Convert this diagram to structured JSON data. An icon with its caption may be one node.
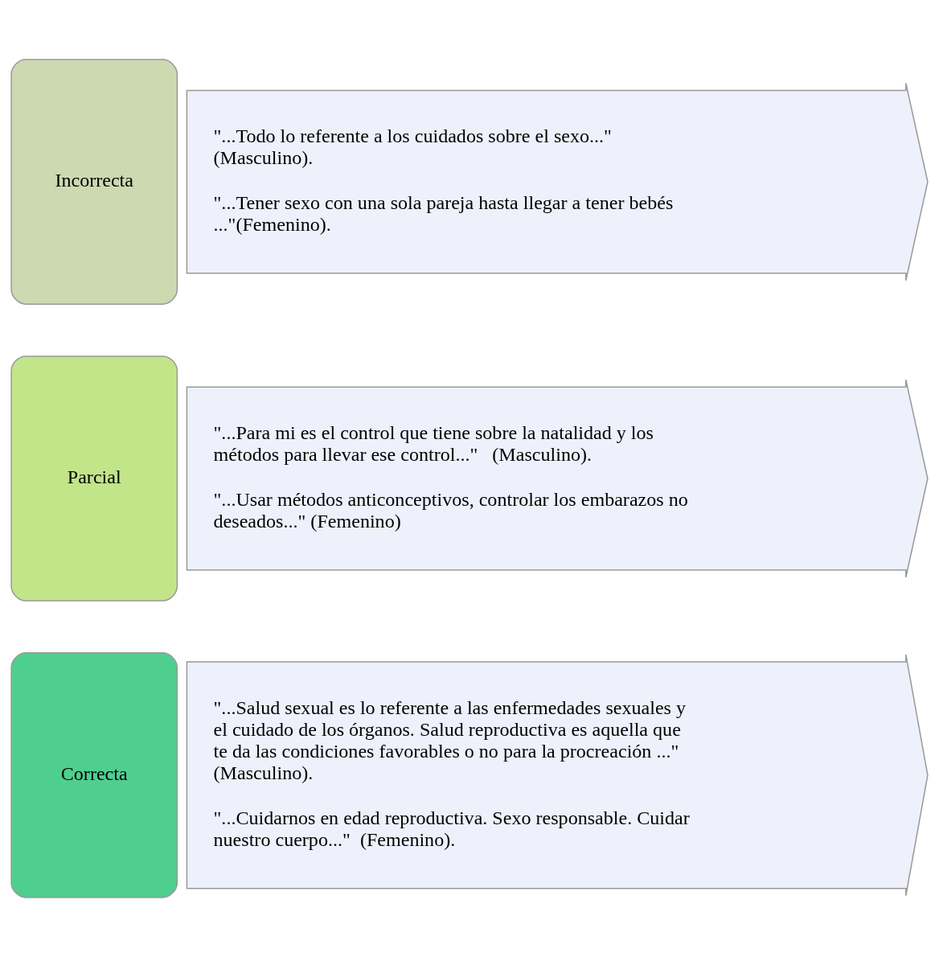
{
  "diagram": {
    "nodes": [
      {
        "text": [
          "Correcta"
        ]
      },
      {
        "text": [
          "\"...Salud sexual es lo referente a las enfermedades sexuales y el cuidado de los órganos. Salud reproductiva es aquella que te da las condiciones favorables o no para la procreación ...\" (Masculino).",
          "\"...Cuidarnos en edad reproductiva. Sexo responsable. Cuidar nuestro cuerpo...\"  (Femenino)."
        ]
      },
      {
        "text": [
          "Parcial"
        ]
      },
      {
        "text": [
          "\"...Para mi es el control que tiene sobre la natalidad y los métodos para llevar ese control...\"   (Masculino).",
          "\"...Usar métodos anticonceptivos, controlar los embarazos no deseados...\" (Femenino)"
        ]
      },
      {
        "text": [
          "Incorrecta"
        ]
      },
      {
        "text": [
          "\"...Todo lo referente a los cuidados sobre el sexo...\" (Masculino).",
          "\"...Tener sexo con una sola pareja hasta llegar a tener bebés ...\"(Femenino)."
        ]
      }
    ],
    "edges": []
  }
}
